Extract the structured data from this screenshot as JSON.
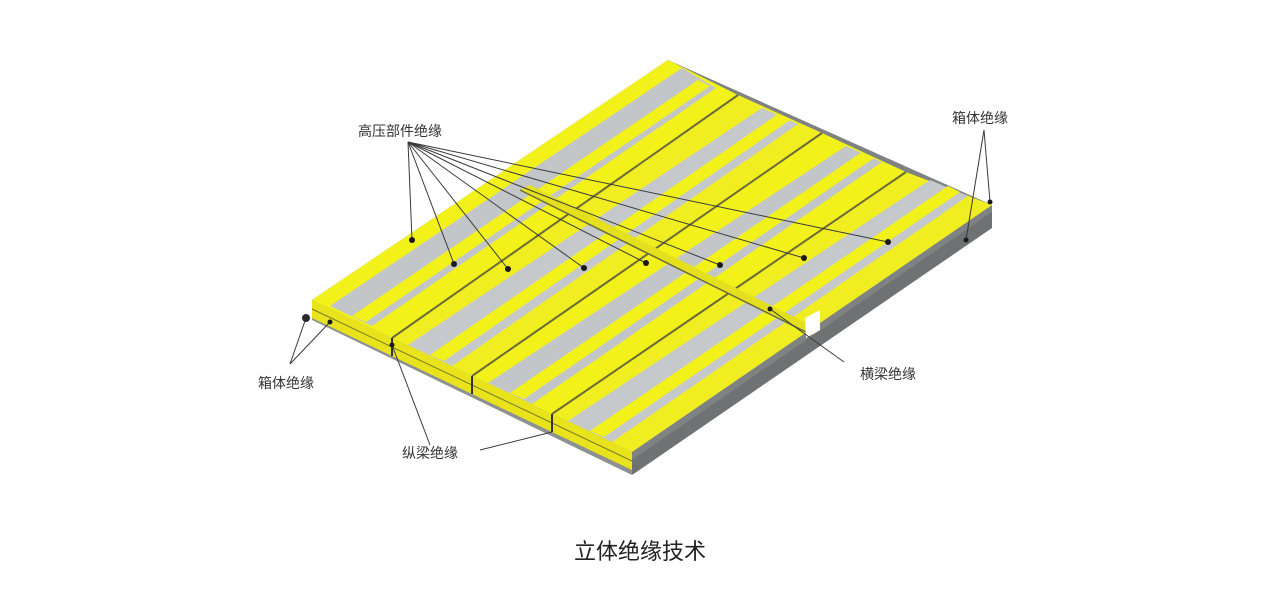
{
  "labels": {
    "hv_insulation": "高压部件绝缘",
    "box_insulation_right": "箱体绝缘",
    "box_insulation_left": "箱体绝缘",
    "crossbeam_insulation": "横梁绝缘",
    "longbeam_insulation": "纵梁绝缘"
  },
  "caption": "立体绝缘技术",
  "colors": {
    "insulation_yellow": "#f2f21a",
    "top_gray": "#c6c9cb",
    "base_gray": "#8c8f90",
    "leader_line": "#3a3a3a"
  }
}
